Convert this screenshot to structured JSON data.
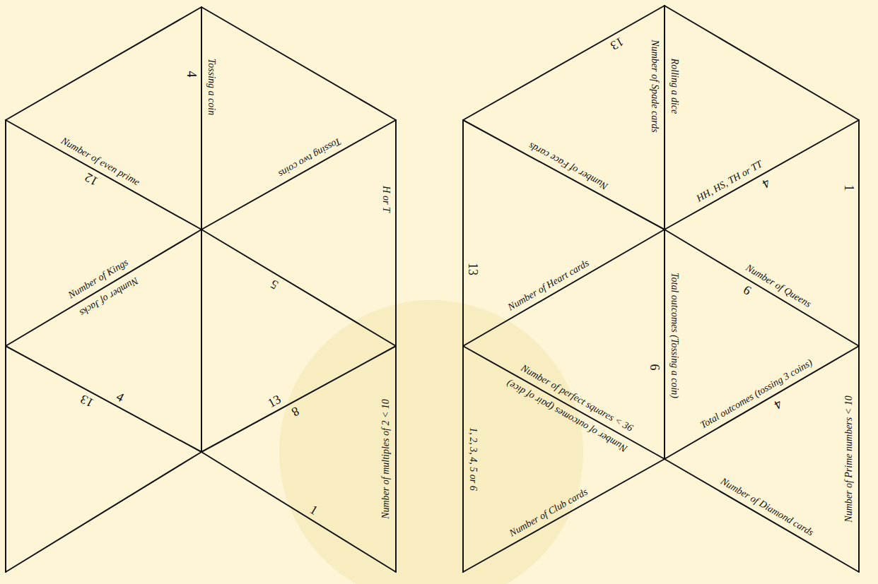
{
  "diagram": {
    "labels": [
      "4",
      "Tossing a coin",
      "Number of even prime",
      "12",
      "Tossing two coins",
      "H or T",
      "Number of Kings",
      "Number of Jacks",
      "5",
      "4",
      "13",
      "13",
      "8",
      "1",
      "Number of multiples of 2 < 10",
      "13",
      "Number of Spade cards",
      "Rolling a dice",
      "HH, HS, TH or TT",
      "4",
      "1",
      "Number of Face cards",
      "Number of Queens",
      "9",
      "13",
      "Number of Heart cards",
      "6",
      "Total outcomes (Tossing a coin)",
      "Number of perfect squares < 36",
      "Number of outcomes (pair of dice)",
      "Total outcomes (tossing 3 coins)",
      "4",
      "1, 2, 3, 4, 5 or 6",
      "Number of Club cards",
      "Number of Diamond cards",
      "Number of Prime numbers < 10"
    ]
  }
}
